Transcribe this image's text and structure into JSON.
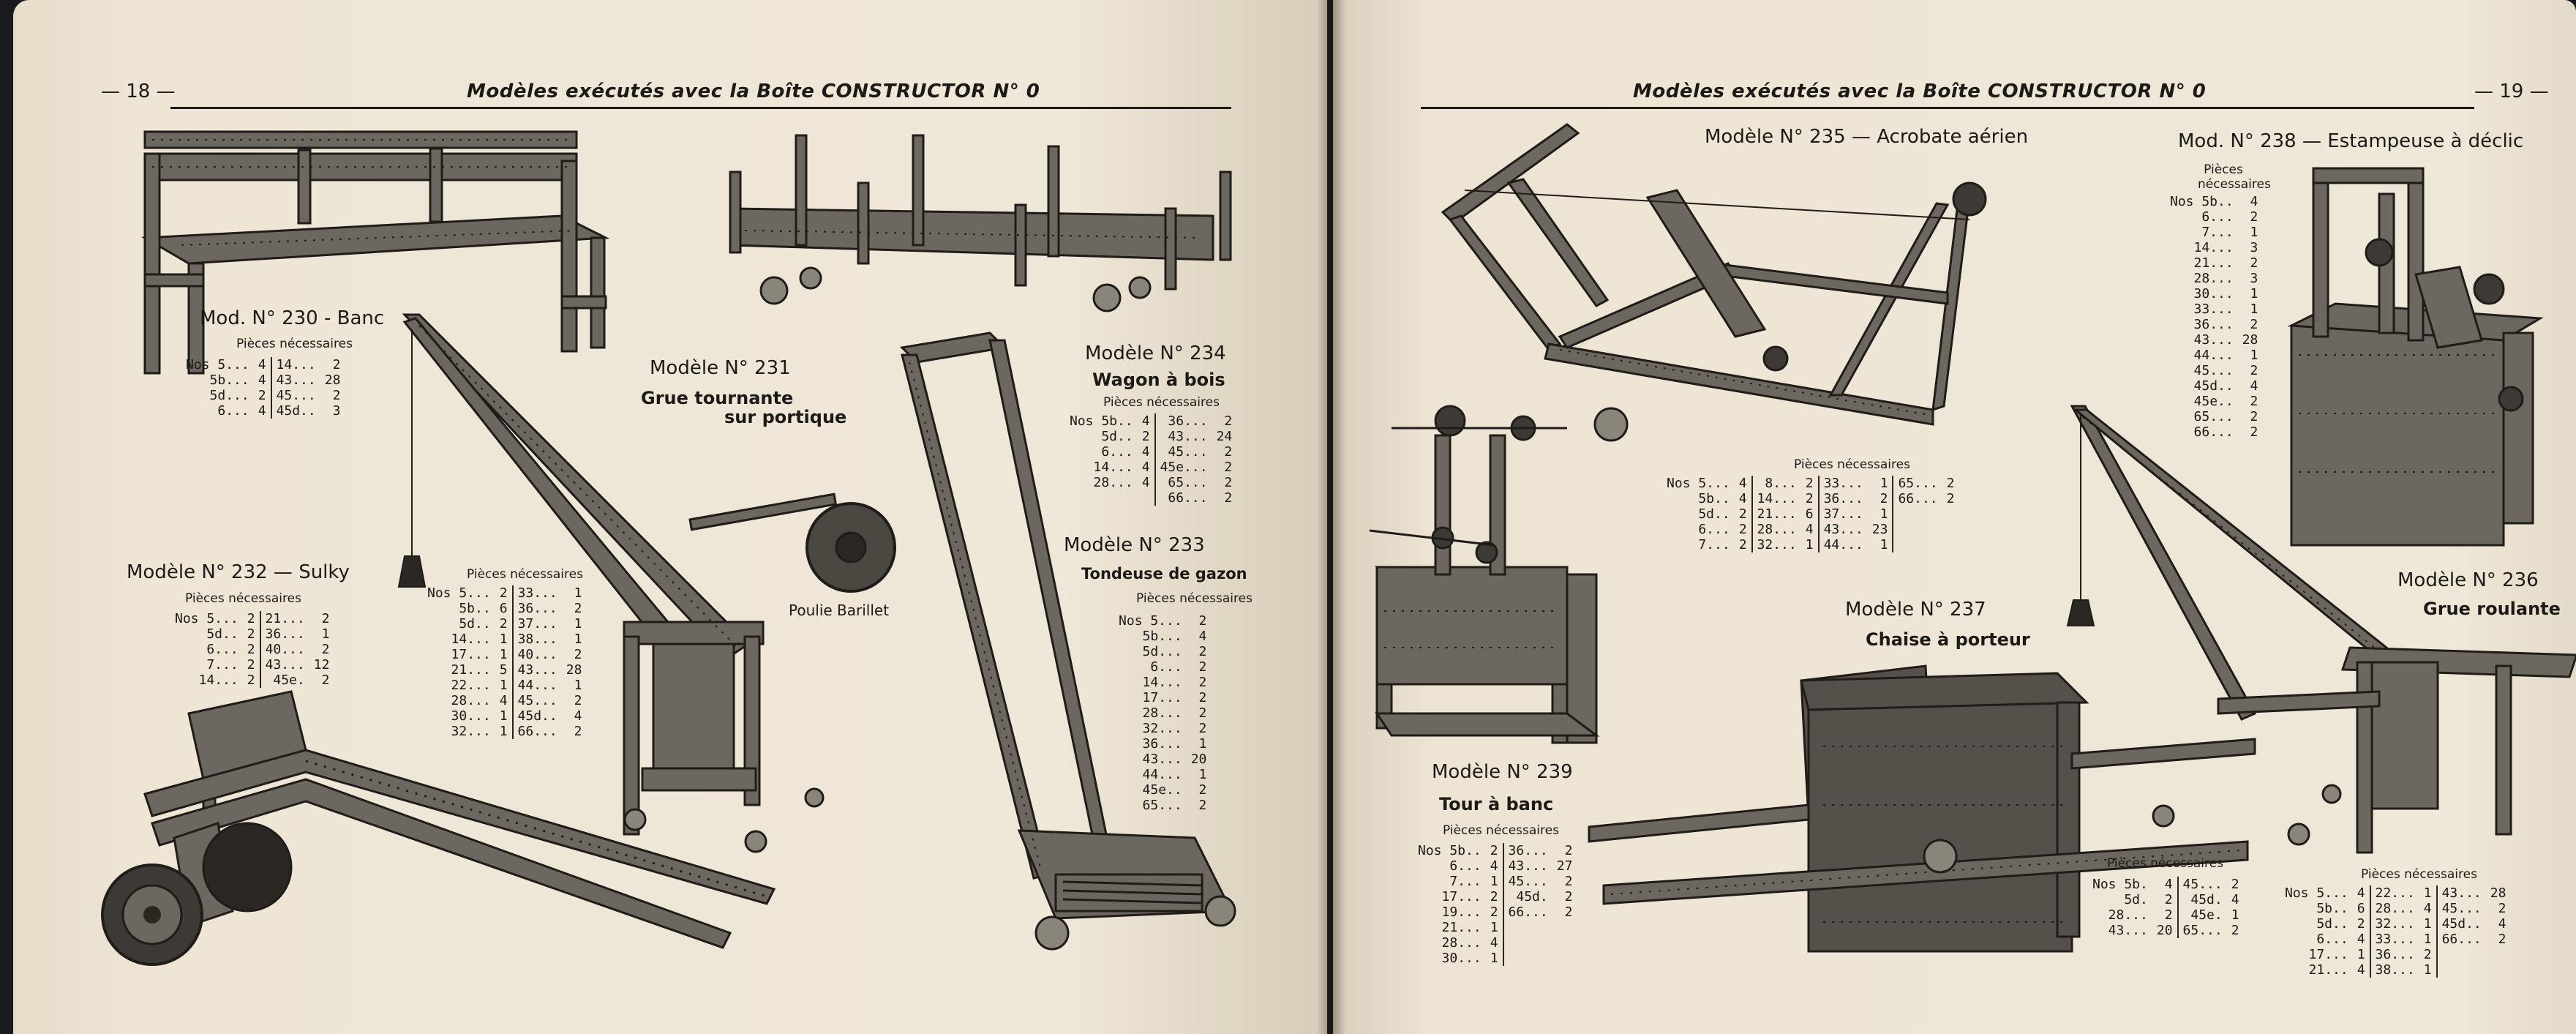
{
  "left_page": {
    "page_number": "— 18 —",
    "header": "Modèles exécutés avec la Boîte CONSTRUCTOR N° 0"
  },
  "right_page": {
    "page_number": "— 19 —",
    "header": "Modèles exécutés avec la Boîte CONSTRUCTOR N° 0"
  },
  "common": {
    "parts_caption": "Pièces nécessaires"
  },
  "models": {
    "m230": {
      "title": "Mod. N° 230 - Banc",
      "cols": [
        [
          "Nos 5...",
          "5b...",
          "5d...",
          "6..."
        ],
        [
          "4",
          "4",
          "2",
          "4"
        ],
        [
          "14...",
          "43...",
          "45...",
          "45d.."
        ],
        [
          "2",
          "28",
          "2",
          "3"
        ]
      ]
    },
    "m231": {
      "title": "Modèle N° 231",
      "subtitle": "Grue tournante",
      "subtitle2": "sur portique",
      "annotation": "Poulie Barillet",
      "cols": [
        [
          "Nos 5...",
          "5b..",
          "5d..",
          "14...",
          "17...",
          "21...",
          "22...",
          "28...",
          "30...",
          "32..."
        ],
        [
          "2",
          "6",
          "2",
          "1",
          "1",
          "5",
          "1",
          "4",
          "1",
          "1"
        ],
        [
          "33...",
          "36...",
          "37...",
          "38...",
          "40...",
          "43...",
          "44...",
          "45...",
          "45d..",
          "66..."
        ],
        [
          "1",
          "2",
          "1",
          "1",
          "2",
          "28",
          "1",
          "2",
          "4",
          "2"
        ]
      ]
    },
    "m232": {
      "title": "Modèle N° 232 — Sulky",
      "cols": [
        [
          "Nos 5...",
          "5d..",
          "6...",
          "7...",
          "14..."
        ],
        [
          "2",
          "2",
          "2",
          "2",
          "2"
        ],
        [
          "21...",
          "36...",
          "40...",
          "43...",
          "45e."
        ],
        [
          "2",
          "1",
          "2",
          "12",
          "2"
        ]
      ]
    },
    "m233": {
      "title": "Modèle N° 233",
      "subtitle": "Tondeuse de gazon",
      "cols": [
        [
          "Nos 5...",
          "5b...",
          "5d...",
          "6...",
          "14...",
          "17...",
          "28...",
          "32...",
          "36...",
          "43...",
          "44...",
          "45e..",
          "65..."
        ],
        [
          "2",
          "4",
          "2",
          "2",
          "2",
          "2",
          "2",
          "2",
          "1",
          "20",
          "1",
          "2",
          "2"
        ]
      ]
    },
    "m234": {
      "title": "Modèle N° 234",
      "subtitle": "Wagon à bois",
      "cols": [
        [
          "Nos 5b..",
          "5d..",
          "6...",
          "14...",
          "28..."
        ],
        [
          "4",
          "2",
          "4",
          "4",
          "4"
        ],
        [
          "36...",
          "43...",
          "45...",
          "45e...",
          "65...",
          "66..."
        ],
        [
          "2",
          "24",
          "2",
          "2",
          "2",
          "2"
        ]
      ]
    },
    "m235": {
      "title": "Modèle N° 235 — Acrobate aérien",
      "cols": [
        [
          "Nos 5...",
          "5b..",
          "5d..",
          "6...",
          "7..."
        ],
        [
          "4",
          "4",
          "2",
          "2",
          "2"
        ],
        [
          "8...",
          "14...",
          "21...",
          "28...",
          "32..."
        ],
        [
          "2",
          "2",
          "6",
          "4",
          "1"
        ],
        [
          "33...",
          "36...",
          "37...",
          "43...",
          "44..."
        ],
        [
          "1",
          "2",
          "1",
          "23",
          "1"
        ],
        [
          "65...",
          "66..."
        ],
        [
          "2",
          "2"
        ]
      ]
    },
    "m236": {
      "title": "Modèle N° 236",
      "subtitle": "Grue roulante",
      "cols": [
        [
          "Nos 5...",
          "5b..",
          "5d..",
          "6...",
          "17...",
          "21..."
        ],
        [
          "4",
          "6",
          "2",
          "4",
          "1",
          "4"
        ],
        [
          "22...",
          "28...",
          "32...",
          "33...",
          "36...",
          "38..."
        ],
        [
          "1",
          "4",
          "1",
          "1",
          "2",
          "1"
        ],
        [
          "43...",
          "45...",
          "45d..",
          "66..."
        ],
        [
          "28",
          "2",
          "4",
          "2"
        ]
      ]
    },
    "m237": {
      "title": "Modèle N° 237",
      "subtitle": "Chaise à porteur",
      "cols": [
        [
          "Nos 5b.",
          "5d.",
          "28...",
          "43..."
        ],
        [
          "4",
          "2",
          "2",
          "20"
        ],
        [
          "45...",
          "45d.",
          "45e.",
          "65..."
        ],
        [
          "2",
          "4",
          "1",
          "2"
        ]
      ]
    },
    "m238": {
      "title": "Mod. N° 238 — Estampeuse à déclic",
      "cols": [
        [
          "Nos 5b..",
          "6...",
          "7...",
          "14...",
          "21...",
          "28...",
          "30...",
          "33...",
          "36...",
          "43...",
          "44...",
          "45...",
          "45d..",
          "45e..",
          "65...",
          "66..."
        ],
        [
          "4",
          "2",
          "1",
          "3",
          "2",
          "3",
          "1",
          "1",
          "2",
          "28",
          "1",
          "2",
          "4",
          "2",
          "2",
          "2"
        ]
      ]
    },
    "m239": {
      "title": "Modèle N° 239",
      "subtitle": "Tour à banc",
      "cols": [
        [
          "Nos 5b..",
          "6...",
          "7...",
          "17...",
          "19...",
          "21...",
          "28...",
          "30..."
        ],
        [
          "2",
          "4",
          "1",
          "2",
          "2",
          "1",
          "4",
          "1"
        ],
        [
          "36...",
          "43...",
          "45...",
          "45d.",
          "66..."
        ],
        [
          "2",
          "27",
          "2",
          "2",
          "2"
        ]
      ]
    }
  }
}
